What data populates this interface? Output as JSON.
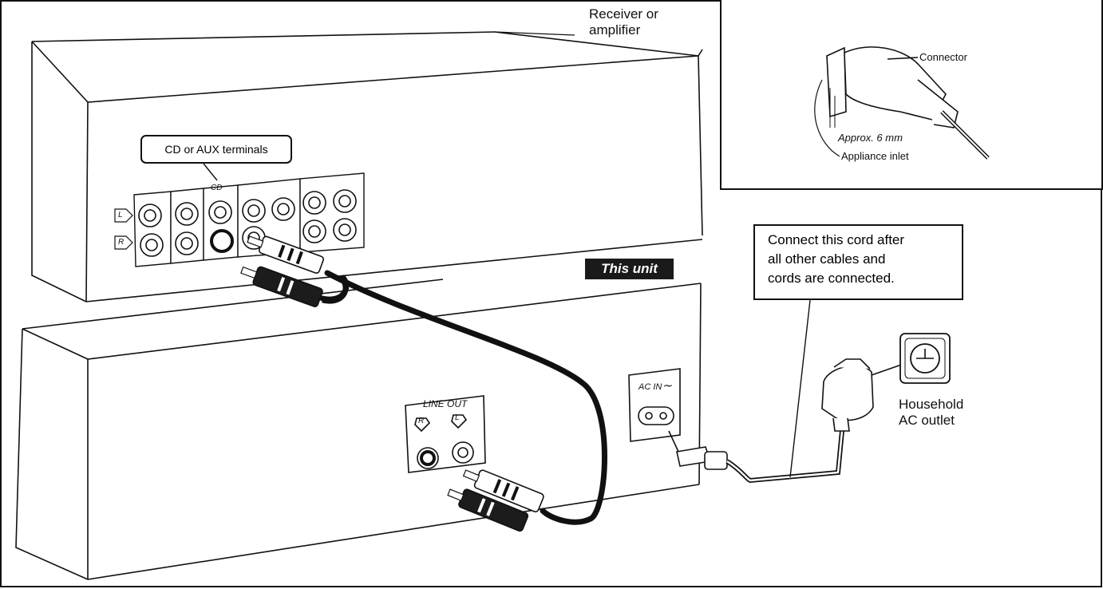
{
  "labels": {
    "receiver": [
      "Receiver or",
      "amplifier"
    ],
    "cd_terminals": "CD or AUX terminals",
    "cd": "CD",
    "left_mark": "L",
    "right_mark": "R",
    "this_unit": "This unit",
    "line_out": "LINE OUT",
    "ac_in": "AC IN",
    "ac_symbol": "∼",
    "connector": "Connector",
    "approx": "Approx. 6 mm",
    "appliance_inlet": "Appliance inlet",
    "note": [
      "Connect this cord after",
      "all other cables and",
      "cords are connected."
    ],
    "outlet": [
      "Household",
      "AC outlet"
    ]
  },
  "icons": [
    "rca-cable-icon",
    "power-cord-icon",
    "wall-outlet-icon",
    "ac-plug-icon",
    "rca-jack-icon"
  ]
}
